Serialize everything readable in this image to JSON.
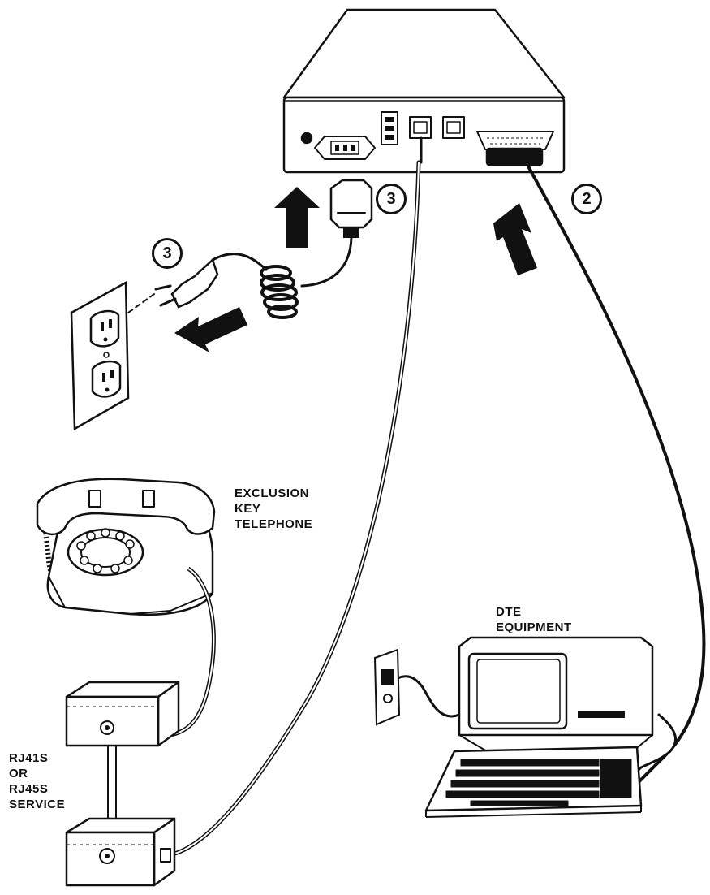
{
  "labels": {
    "telephone": [
      "EXCLUSION",
      "KEY",
      "TELEPHONE"
    ],
    "dte": [
      "DTE",
      "EQUIPMENT"
    ],
    "service": [
      "RJ41S",
      "OR",
      "RJ45S",
      "SERVICE"
    ]
  },
  "steps": {
    "power_module": "3",
    "power_plug": "3",
    "data_cable": "2"
  },
  "colors": {
    "ink": "#111111",
    "paper": "#ffffff"
  }
}
